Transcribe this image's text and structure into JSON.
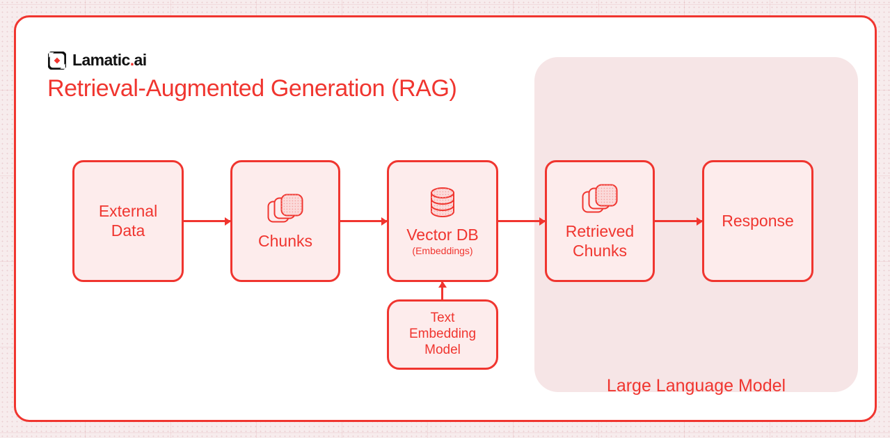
{
  "brand": {
    "name": "Lamatic",
    "suffix_dot": ".",
    "suffix": "ai",
    "logo_icon": "lamatic-diamond-logo-icon"
  },
  "title": "Retrieval-Augmented Generation (RAG)",
  "colors": {
    "accent": "#f0352f",
    "node_fill": "#fdecec",
    "panel_fill": "#f6e5e6",
    "canvas_bg": "#f7eced",
    "card_bg": "#ffffff",
    "logo_black": "#111111"
  },
  "llm_panel": {
    "label": "Large Language Model"
  },
  "nodes": [
    {
      "id": "external-data",
      "label": "External\nData",
      "icon": null
    },
    {
      "id": "chunks",
      "label": "Chunks",
      "icon": "stacked-cards-icon"
    },
    {
      "id": "vector-db",
      "label": "Vector DB",
      "sub": "(Embeddings)",
      "icon": "database-cylinder-icon"
    },
    {
      "id": "retrieved-chunks",
      "label": "Retrieved\nChunks",
      "icon": "stacked-cards-icon"
    },
    {
      "id": "response",
      "label": "Response",
      "icon": null
    },
    {
      "id": "text-embedding-model",
      "label": "Text\nEmbedding\nModel",
      "icon": null
    }
  ],
  "arrows": [
    {
      "id": "external-data-to-chunks",
      "direction": "right"
    },
    {
      "id": "chunks-to-vector-db",
      "direction": "right"
    },
    {
      "id": "vector-db-to-retrieved-chunks",
      "direction": "right"
    },
    {
      "id": "retrieved-chunks-to-response",
      "direction": "right"
    },
    {
      "id": "embedding-model-to-vector-db",
      "direction": "up"
    }
  ]
}
